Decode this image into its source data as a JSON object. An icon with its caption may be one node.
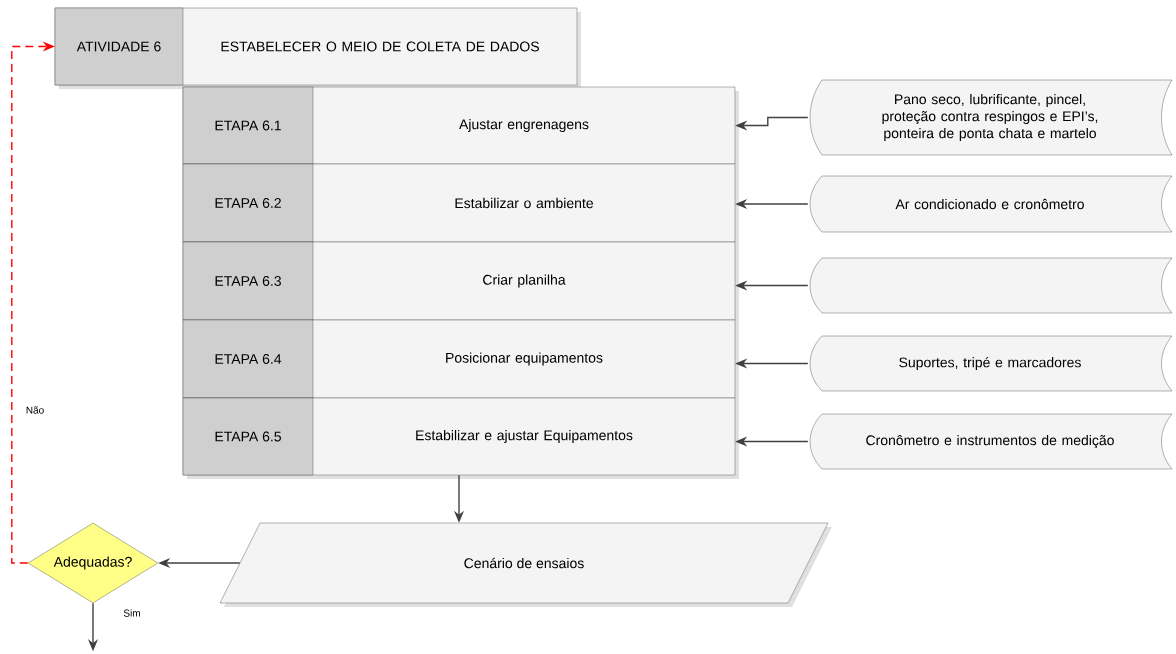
{
  "diagram": {
    "nodes": [
      {
        "text": [
          "ATIVIDADE 6",
          "ESTABELECER O MEIO DE COLETA DE DADOS"
        ]
      },
      {
        "text": [
          "ETAPA 6.1",
          "Ajustar engrenagens"
        ]
      },
      {
        "text": [
          "ETAPA 6.2",
          "Estabilizar o ambiente"
        ]
      },
      {
        "text": [
          "ETAPA 6.3",
          "Criar planilha"
        ]
      },
      {
        "text": [
          "ETAPA 6.4",
          "Posicionar equipamentos"
        ]
      },
      {
        "text": [
          "ETAPA 6.5",
          "Estabilizar e ajustar Equipamentos"
        ]
      },
      {
        "text": [
          "Pano seco, lubrificante, pincel, proteção contra respingos e EPI’s, ponteira de ponta chata e martelo"
        ]
      },
      {
        "text": [
          "Ar condicionado e cronômetro"
        ]
      },
      {
        "text": [],
        "shape": "box"
      },
      {
        "text": [
          "Suportes, tripé e marcadores"
        ]
      },
      {
        "text": [
          "Cronômetro e instrumentos de medição"
        ]
      },
      {
        "text": [
          "Cenário de ensaios"
        ]
      },
      {
        "text": [
          "Adequadas?"
        ]
      }
    ],
    "edges": [
      {
        "from": 6,
        "to": 1,
        "arrow": "to"
      },
      {
        "from": 7,
        "to": 2,
        "arrow": "to"
      },
      {
        "from": 8,
        "to": 3,
        "arrow": "to"
      },
      {
        "from": 9,
        "to": 4,
        "arrow": "to"
      },
      {
        "from": 10,
        "to": 5,
        "arrow": "to"
      },
      {
        "from": 5,
        "to": 11,
        "arrow": "to"
      },
      {
        "from": 11,
        "to": 12,
        "arrow": "to"
      },
      {
        "from": 12,
        "to": 0,
        "arrow": "to",
        "label": "Não",
        "style": "dashed",
        "color": "#ff0000"
      },
      {
        "from": 12,
        "to": null,
        "arrow": "to",
        "label": "Sim"
      }
    ]
  }
}
